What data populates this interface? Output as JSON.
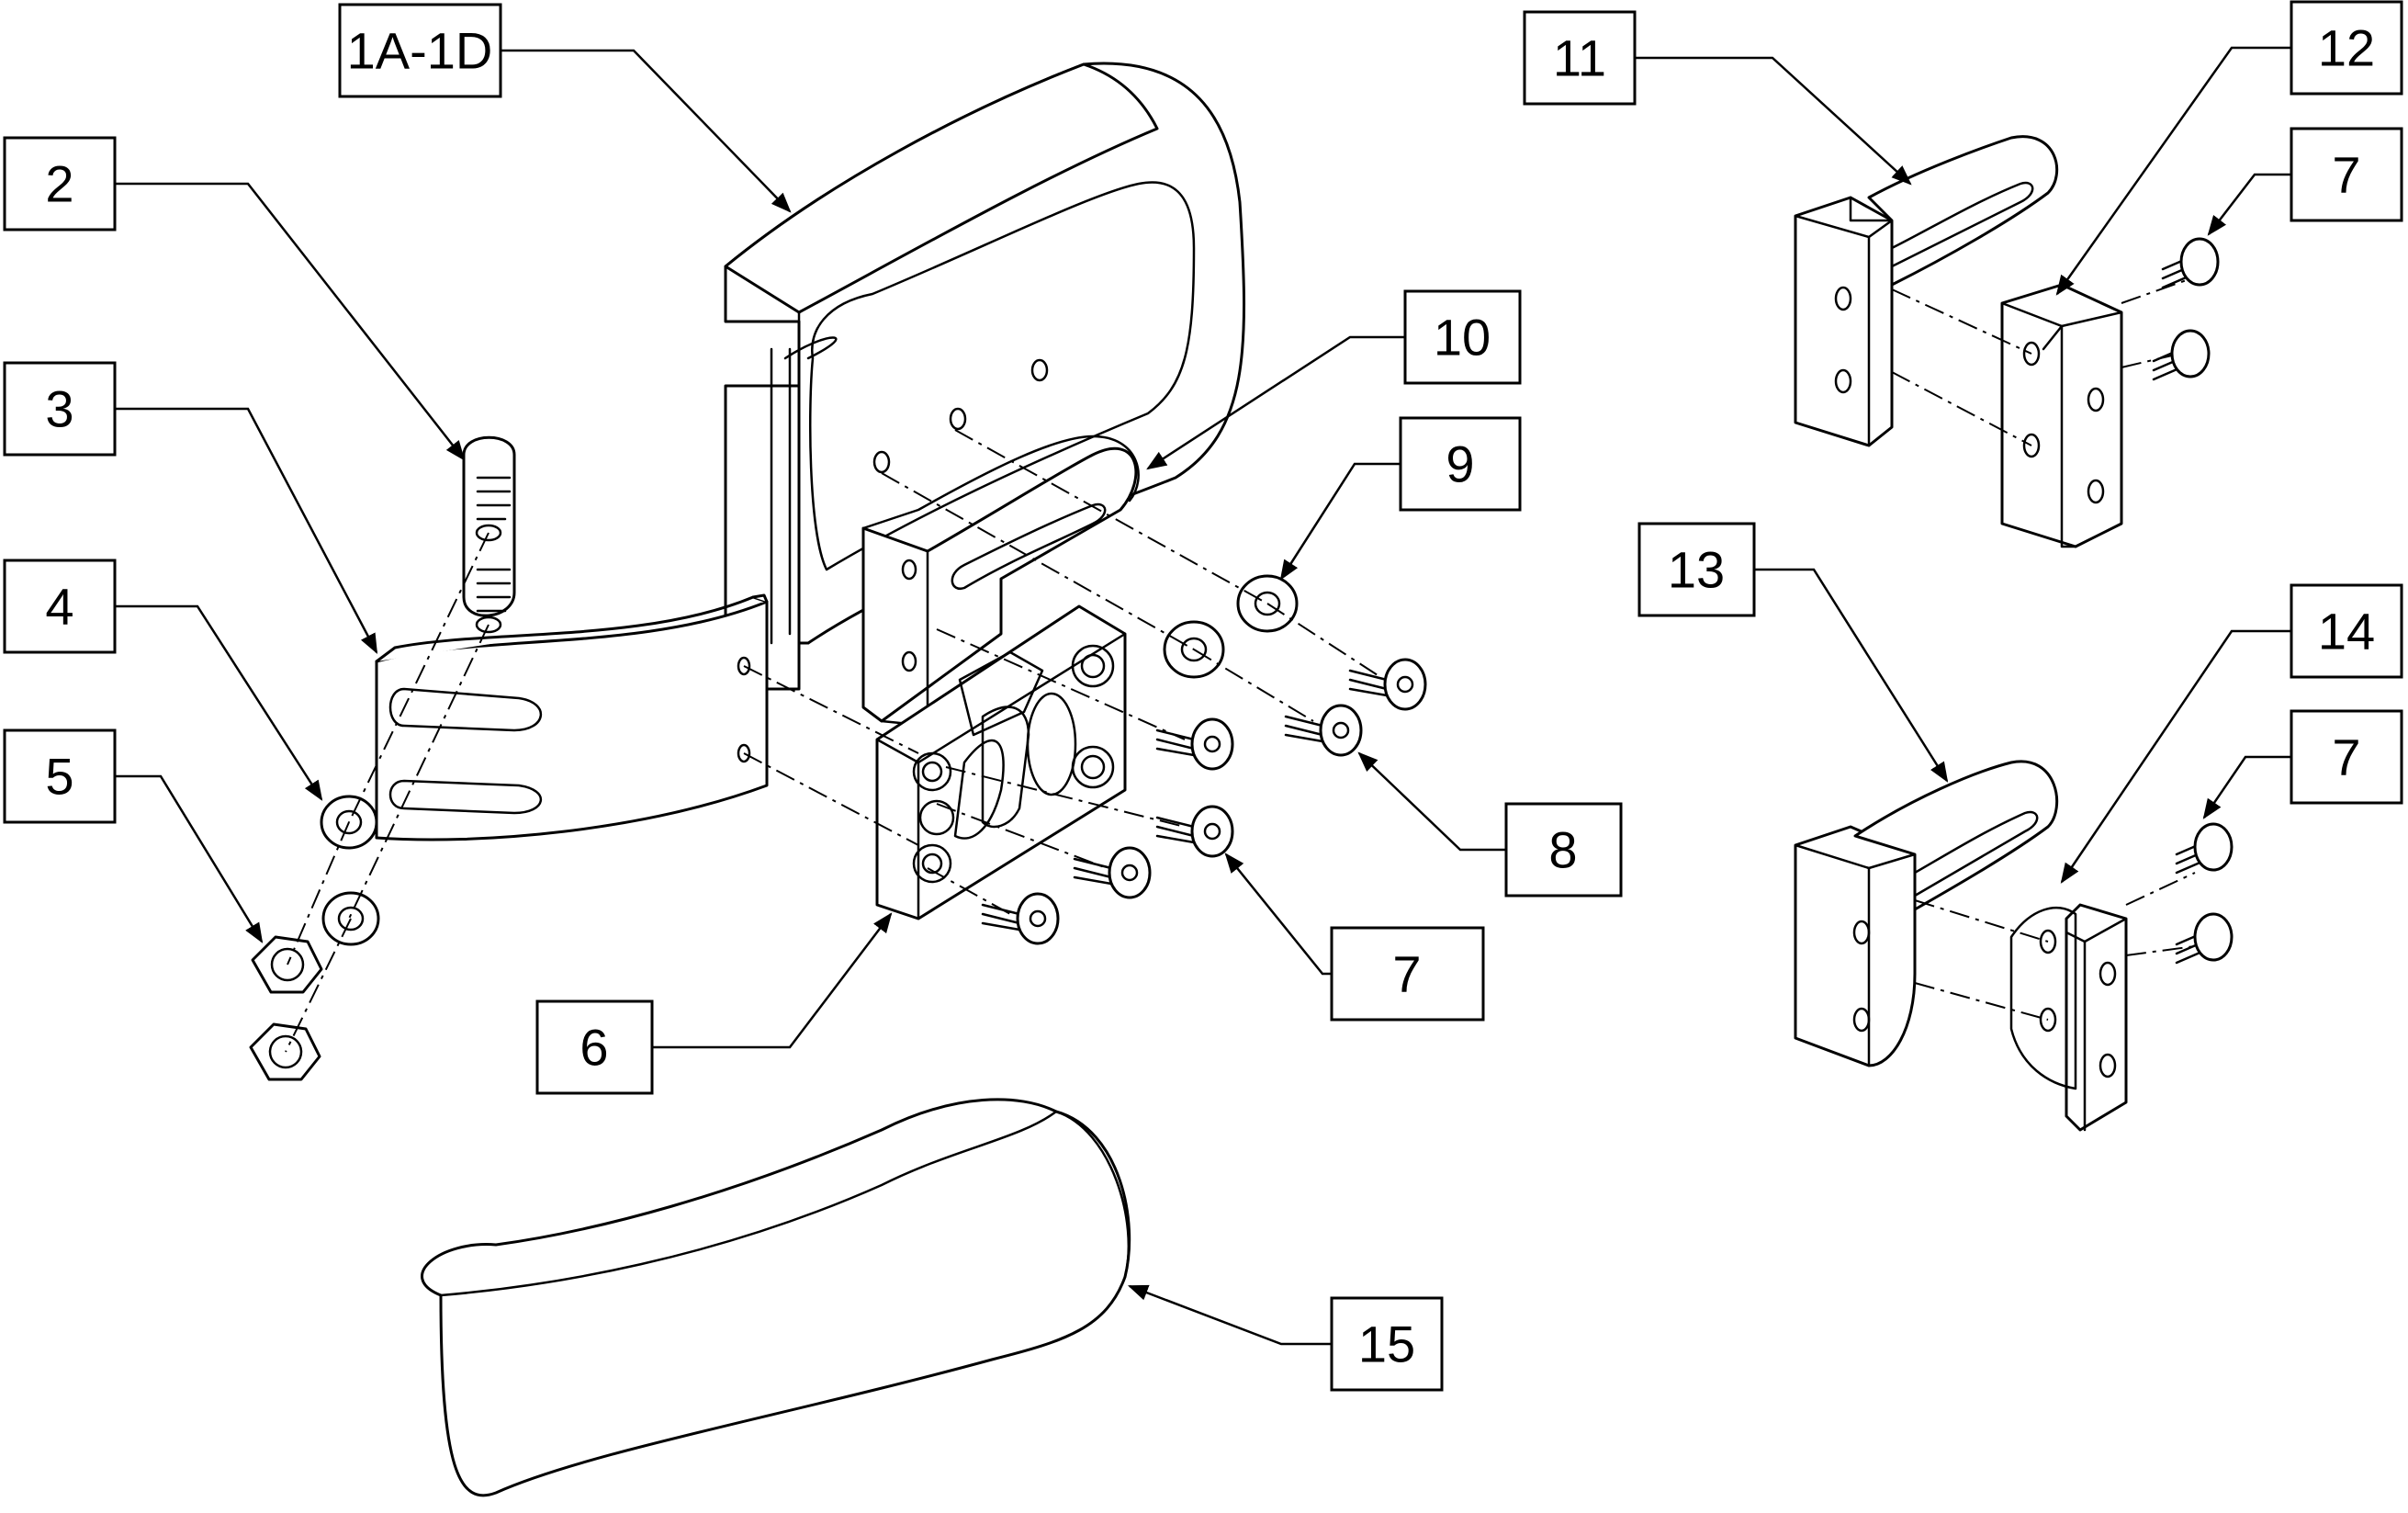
{
  "callouts": [
    {
      "id": "c1",
      "label": "1A-1D"
    },
    {
      "id": "c2",
      "label": "2"
    },
    {
      "id": "c3",
      "label": "3"
    },
    {
      "id": "c4",
      "label": "4"
    },
    {
      "id": "c5",
      "label": "5"
    },
    {
      "id": "c6",
      "label": "6"
    },
    {
      "id": "c7a",
      "label": "7"
    },
    {
      "id": "c8",
      "label": "8"
    },
    {
      "id": "c9",
      "label": "9"
    },
    {
      "id": "c10",
      "label": "10"
    },
    {
      "id": "c11",
      "label": "11"
    },
    {
      "id": "c12",
      "label": "12"
    },
    {
      "id": "c7b",
      "label": "7"
    },
    {
      "id": "c13",
      "label": "13"
    },
    {
      "id": "c14",
      "label": "14"
    },
    {
      "id": "c7c",
      "label": "7"
    },
    {
      "id": "c15",
      "label": "15"
    }
  ]
}
